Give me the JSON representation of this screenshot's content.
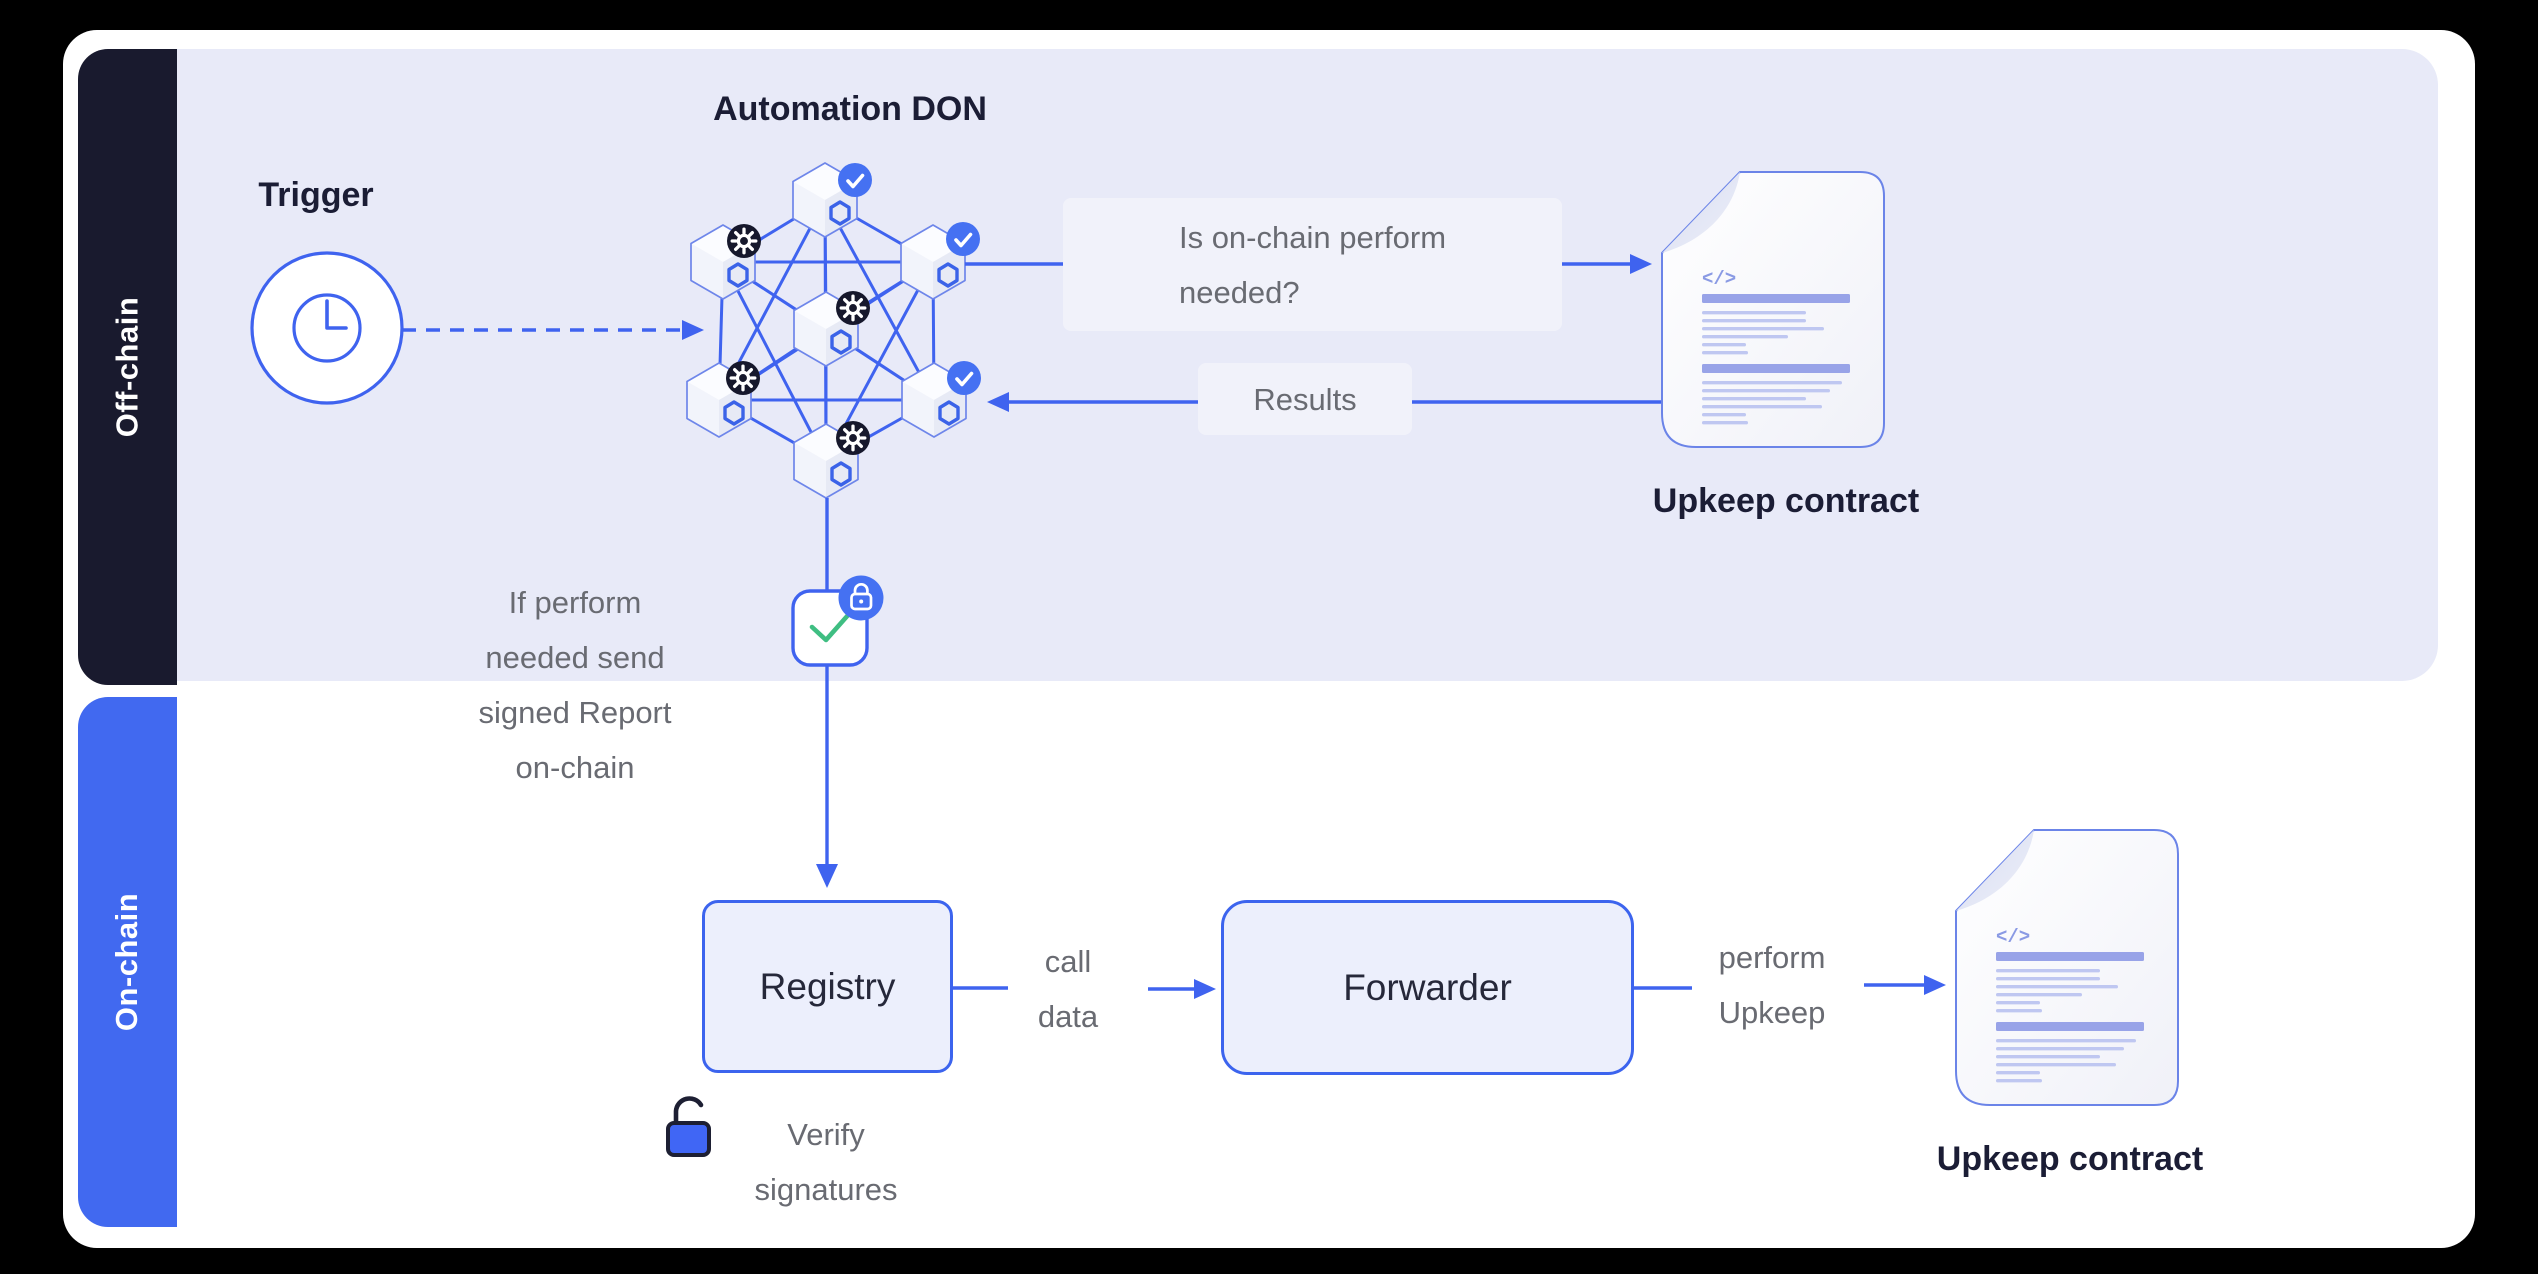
{
  "sections": {
    "offchain": {
      "label": "Off-chain",
      "bar_color": "#191a2e",
      "panel_color": "#e8eaf8"
    },
    "onchain": {
      "label": "On-chain",
      "bar_color": "#4169f0"
    }
  },
  "trigger": {
    "label": "Trigger"
  },
  "don": {
    "title": "Automation DON",
    "node_count": 7,
    "check_badge_count": 3,
    "gear_badge_count": 4
  },
  "flow": {
    "question": "Is on-chain perform\nneeded?",
    "results": "Results",
    "report": "If perform\nneeded send\nsigned Report\non-chain",
    "call_data": "call\ndata",
    "perform_upkeep": "perform\nUpkeep",
    "verify": "Verify\nsignatures"
  },
  "boxes": {
    "registry": "Registry",
    "forwarder": "Forwarder"
  },
  "contracts": {
    "top_label": "Upkeep contract",
    "bottom_label": "Upkeep contract",
    "code_glyph": "</>"
  },
  "colors": {
    "accent_blue": "#3f63ef",
    "badge_blue": "#4571f2",
    "navy_bar": "#191a2e",
    "onchain_blue": "#4169f0",
    "green_check": "#3fbe82",
    "gray_text": "#696b72",
    "dark_text": "#1b1d35",
    "panel_lavender": "#e8eaf8"
  }
}
